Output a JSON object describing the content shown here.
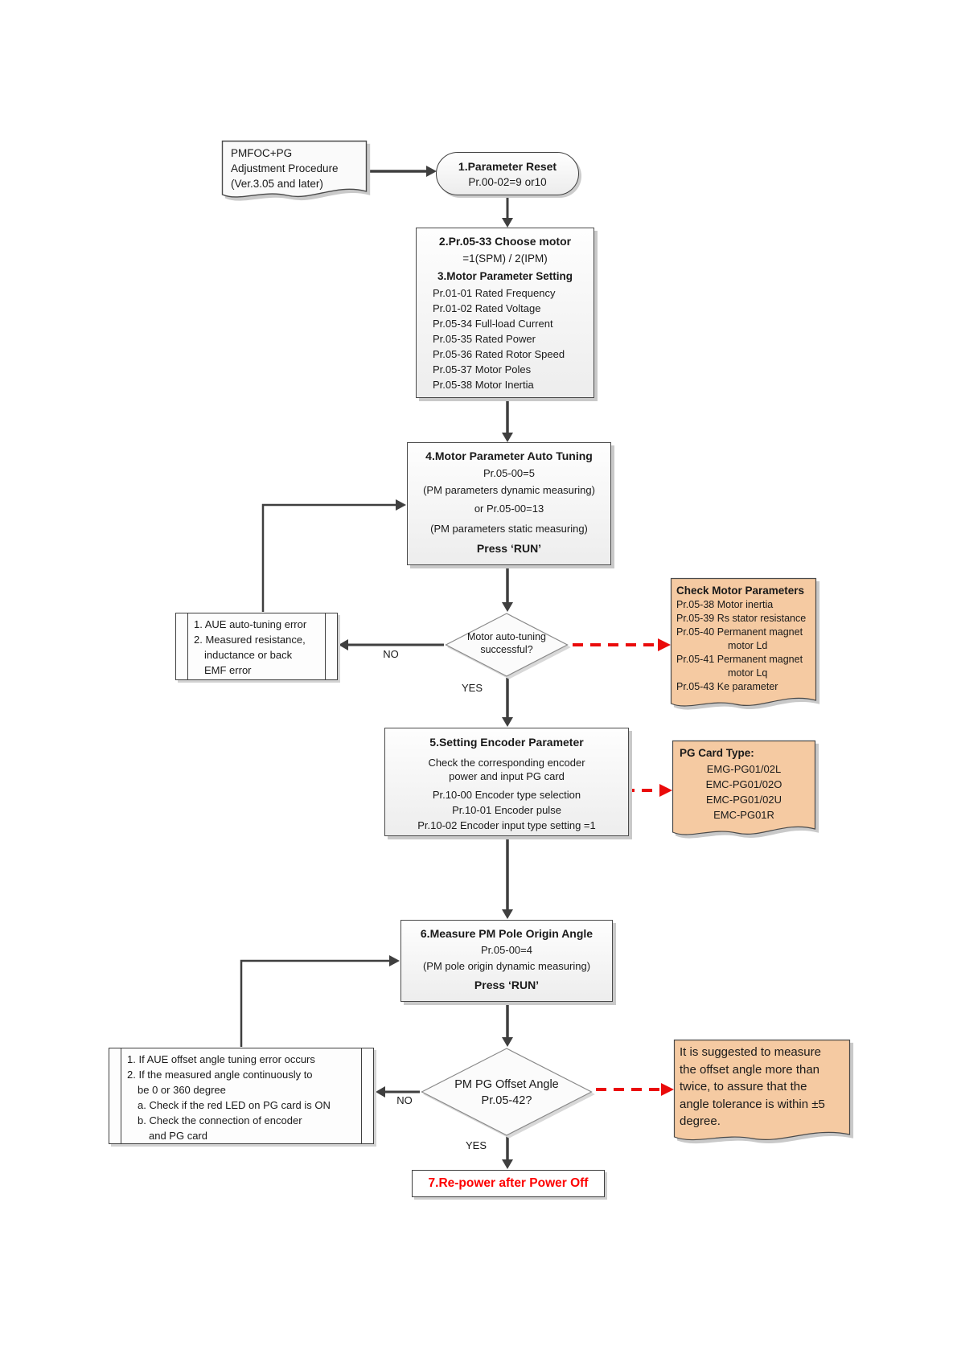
{
  "colors": {
    "note_bg": "#f5caa2",
    "doc_bg": "#fafafa",
    "arrow_gray": "#3f3f3f",
    "arrow_red": "#ea0b0b",
    "final_text_red": "#fd0000"
  },
  "start_doc": {
    "line1": "PMFOC+PG",
    "line2": "Adjustment Procedure",
    "line3": "(Ver.3.05 and later)"
  },
  "step1": {
    "title": "1.Parameter Reset",
    "subtitle": "Pr.00-02=9 or10"
  },
  "step2_3": {
    "title2": "2.Pr.05-33 Choose motor",
    "subtitle2": "=1(SPM) / 2(IPM)",
    "title3": "3.Motor Parameter Setting",
    "params": [
      "Pr.01-01 Rated Frequency",
      "Pr.01-02 Rated Voltage",
      "Pr.05-34 Full-load Current",
      "Pr.05-35 Rated Power",
      "Pr.05-36 Rated Rotor Speed",
      "Pr.05-37 Motor Poles",
      "Pr.05-38 Motor Inertia"
    ]
  },
  "step4": {
    "title": "4.Motor Parameter Auto Tuning",
    "line1": "Pr.05-00=5",
    "line2": "(PM parameters dynamic measuring)",
    "line3": "or Pr.05-00=13",
    "line4": "(PM parameters static measuring)",
    "press": "Press  ‘RUN’"
  },
  "decision1": {
    "line1": "Motor auto-tuning",
    "line2": "successful?",
    "no_label": "NO",
    "yes_label": "YES"
  },
  "error1": {
    "lines": [
      "1. AUE auto-tuning error",
      "2. Measured resistance,",
      "inductance or back",
      "EMF error"
    ]
  },
  "note1": {
    "title": "Check Motor Parameters",
    "lines": [
      "Pr.05-38 Motor inertia",
      "Pr.05-39 Rs stator resistance",
      "Pr.05-40 Permanent magnet",
      "motor Ld",
      "Pr.05-41 Permanent magnet",
      "motor Lq",
      "Pr.05-43 Ke parameter"
    ]
  },
  "step5": {
    "title": "5.Setting Encoder Parameter",
    "line1": "Check the corresponding encoder",
    "line2": "power and input PG card",
    "params": [
      "Pr.10-00 Encoder type selection",
      "Pr.10-01 Encoder pulse",
      "Pr.10-02 Encoder input type setting =1"
    ]
  },
  "note2": {
    "title": "PG Card Type:",
    "items": [
      "EMG-PG01/02L",
      "EMC-PG01/02O",
      "EMC-PG01/02U",
      "EMC-PG01R"
    ]
  },
  "step6": {
    "title": "6.Measure PM Pole Origin Angle",
    "line1": "Pr.05-00=4",
    "line2": "(PM pole origin dynamic measuring)",
    "press": "Press  ‘RUN’"
  },
  "decision2": {
    "line1": "PM PG Offset Angle",
    "line2": "Pr.05-42?",
    "no_label": "NO",
    "yes_label": "YES"
  },
  "error2": {
    "lines": [
      "1. If AUE offset angle tuning error occurs",
      "2. If the measured angle continuously to",
      "be 0 or 360 degree",
      "a. Check if the red LED on PG card is ON",
      "b. Check the connection of encoder",
      "and PG card"
    ]
  },
  "note3": {
    "lines": [
      "It is suggested to measure",
      "the offset angle more than",
      "twice, to assure that the",
      "angle tolerance is within ±5",
      "degree."
    ]
  },
  "step7": {
    "title": "7.Re-power after Power Off"
  }
}
